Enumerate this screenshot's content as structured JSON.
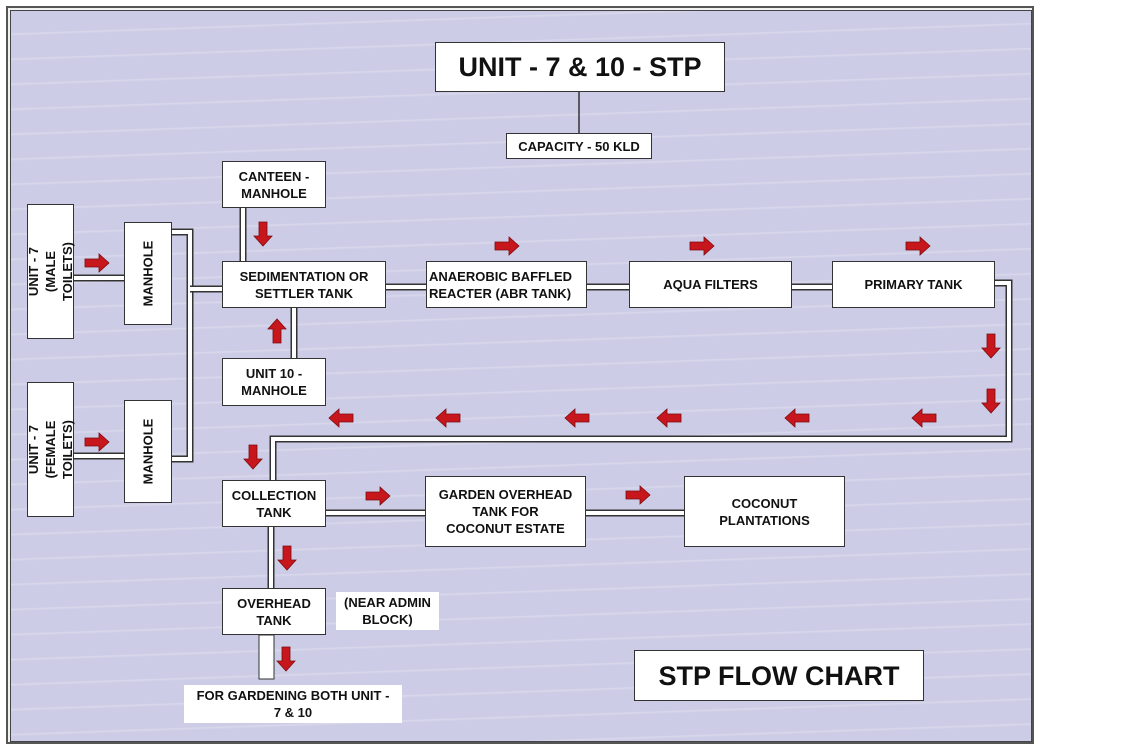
{
  "title": "UNIT - 7 & 10 - STP",
  "capacity": "CAPACITY - 50 KLD",
  "chart_title": "STP FLOW CHART",
  "colors": {
    "background": "#cdcce6",
    "arrow": "#c8161d",
    "box": "#ffffff",
    "pipe": "#ffffff"
  },
  "nodes": {
    "unit7_male": "UNIT - 7\n(MALE TOILETS)",
    "unit7_female": "UNIT - 7\n(FEMALE TOILETS)",
    "manhole_male": "MANHOLE",
    "manhole_female": "MANHOLE",
    "canteen_manhole": "CANTEEN -\nMANHOLE",
    "sedimentation": "SEDIMENTATION OR\nSETTLER TANK",
    "unit10_manhole": "UNIT 10 -\nMANHOLE",
    "abr": "ANAEROBIC BAFFLED\nREACTER (ABR TANK)",
    "aqua_filters": "AQUA FILTERS",
    "primary_tank": "PRIMARY TANK",
    "collection_tank": "COLLECTION\nTANK",
    "garden_overhead": "GARDEN OVERHEAD\nTANK FOR\nCOCONUT ESTATE",
    "coconut": "COCONUT\nPLANTATIONS",
    "overhead_tank": "OVERHEAD\nTANK",
    "near_admin": "(NEAR ADMIN\nBLOCK)",
    "gardening": "FOR GARDENING BOTH UNIT -\n7 & 10"
  },
  "flow": [
    [
      "unit7_male",
      "manhole_male"
    ],
    [
      "unit7_female",
      "manhole_female"
    ],
    [
      "manhole_male",
      "sedimentation"
    ],
    [
      "manhole_female",
      "sedimentation"
    ],
    [
      "canteen_manhole",
      "sedimentation"
    ],
    [
      "unit10_manhole",
      "sedimentation"
    ],
    [
      "sedimentation",
      "abr"
    ],
    [
      "abr",
      "aqua_filters"
    ],
    [
      "aqua_filters",
      "primary_tank"
    ],
    [
      "primary_tank",
      "collection_tank"
    ],
    [
      "collection_tank",
      "garden_overhead"
    ],
    [
      "garden_overhead",
      "coconut"
    ],
    [
      "collection_tank",
      "overhead_tank"
    ],
    [
      "overhead_tank",
      "gardening"
    ]
  ]
}
